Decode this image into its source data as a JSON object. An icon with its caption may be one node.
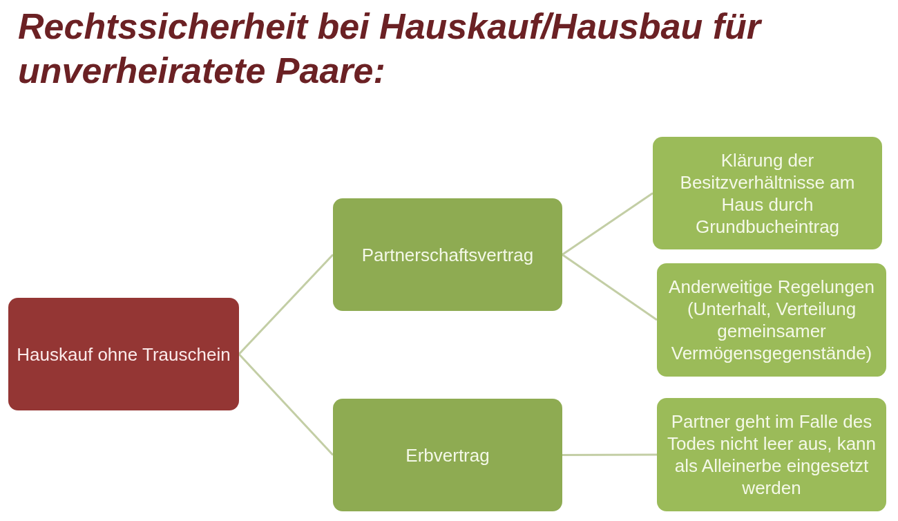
{
  "diagram": {
    "title": "Rechtssicherheit bei Hauskauf/Hausbau für unverheiratete Paare:",
    "nodes": [
      {
        "text": [
          "Hauskauf ohne Trauschein"
        ]
      },
      {
        "text": [
          "Partnerschaftsvertrag"
        ]
      },
      {
        "text": [
          "Erbvertrag"
        ]
      },
      {
        "text": [
          "Klärung der Besitzverhältnisse am Haus durch Grundbucheintrag"
        ]
      },
      {
        "text": [
          "Anderweitige Regelungen (Unterhalt, Verteilung gemeinsamer Vermögensgegenstände)"
        ]
      },
      {
        "text": [
          "Partner geht im Falle des Todes nicht leer aus, kann als Alleinerbe eingesetzt werden"
        ]
      }
    ],
    "edges": [
      {
        "from": 0,
        "to": 1,
        "arrow": "none"
      },
      {
        "from": 0,
        "to": 2,
        "arrow": "none"
      },
      {
        "from": 1,
        "to": 3,
        "arrow": "none"
      },
      {
        "from": 1,
        "to": 4,
        "arrow": "none"
      },
      {
        "from": 2,
        "to": 5,
        "arrow": "none"
      }
    ]
  }
}
